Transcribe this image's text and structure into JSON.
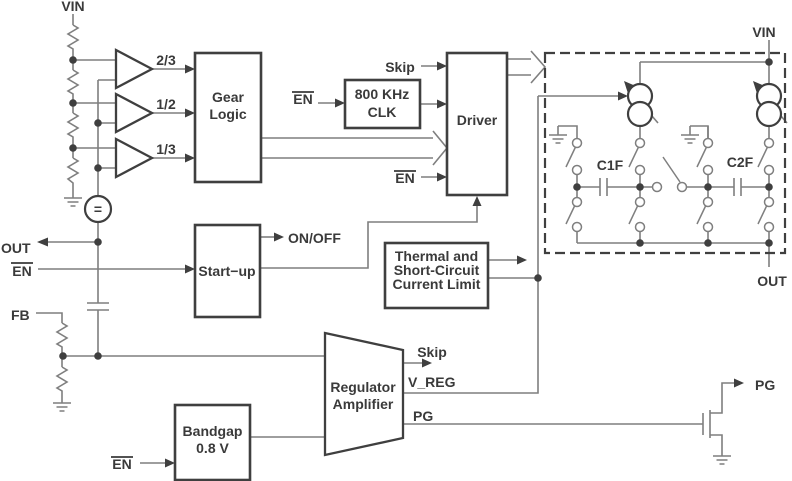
{
  "labels": {
    "vin_left": "VIN",
    "vin_right": "VIN",
    "out_left": "OUT",
    "out_right": "OUT",
    "en": "EN",
    "fb": "FB",
    "skip_driver": "Skip",
    "skip_regulator": "Skip",
    "on_off": "ON/OFF",
    "v_reg": "V_REG",
    "pg_line": "PG",
    "pg_pin": "PG",
    "c1f": "C1F",
    "c2f": "C2F",
    "ratio_2_3": "2/3",
    "ratio_1_2": "1/2",
    "ratio_1_3": "1/3",
    "ref_symbol": "="
  },
  "blocks": {
    "gear_logic": {
      "lines": [
        "Gear",
        "Logic"
      ]
    },
    "clk": {
      "lines": [
        "800 KHz",
        "CLK"
      ]
    },
    "driver": {
      "lines": [
        "Driver"
      ]
    },
    "start_up": {
      "lines": [
        "Start−up"
      ]
    },
    "thermal": {
      "lines": [
        "Thermal and",
        "Short-Circuit",
        "Current Limit"
      ]
    },
    "regulator": {
      "lines": [
        "Regulator",
        "Amplifier"
      ]
    },
    "bandgap": {
      "lines": [
        "Bandgap",
        "0.8 V"
      ]
    }
  },
  "colors": {
    "wire": "#7f7f7f",
    "outline": "#3f3f3f",
    "text": "#3a3a3a",
    "fill": "#ffffff",
    "background": "#ffffff"
  }
}
